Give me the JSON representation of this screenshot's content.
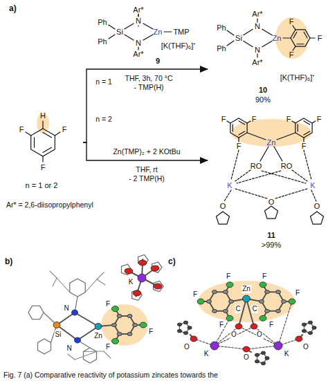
{
  "diagram": {
    "caption": "Fig. 7 (a) Comparative reactivity of potassium zincates towards the",
    "nodes": [
      {
        "text": [
          "F",
          "H",
          "F",
          "F",
          "n = 1 or 2"
        ]
      },
      {
        "text": [
          "Ph",
          "Ph",
          "Si",
          "N",
          "N",
          "Ar*",
          "Ar*",
          "Zn",
          "F",
          "F",
          "F",
          "[K(THF)₆]⁺",
          "10",
          "90%"
        ]
      },
      {
        "text": [
          "F",
          "F",
          "F",
          "F",
          "F",
          "F",
          "Zn",
          "RO",
          "RO",
          "K",
          "K",
          "O",
          "O",
          "O",
          "11",
          ">99%"
        ]
      }
    ],
    "edges": [
      {
        "from": 0,
        "to": 1,
        "arrow": "to",
        "label": "n = 1"
      },
      {
        "from": 0,
        "to": 2,
        "arrow": "to",
        "label": "n = 2"
      }
    ],
    "labels": [
      "a)",
      "Ph",
      "Ph",
      "Si",
      "N",
      "N",
      "Ar*",
      "Ar*",
      "Zn",
      "TMP",
      "[K(THF)₆]⁺",
      "9",
      "THF, 3h, 70 °C",
      "- TMP(H)",
      "Zn(TMP)₂ + 2 KOtBu",
      "THF, rt",
      "- 2 TMP(H)",
      "Ar* = 2,6-diisopropylphenyl",
      "b)",
      "Si",
      "N",
      "N",
      "Zn",
      "F",
      "F",
      "F",
      "K",
      "c)",
      "F",
      "F",
      "Zn",
      "F",
      "F",
      "C",
      "C",
      "F",
      "O",
      "O",
      "F",
      "K",
      "O",
      "K",
      "O",
      "O"
    ]
  }
}
